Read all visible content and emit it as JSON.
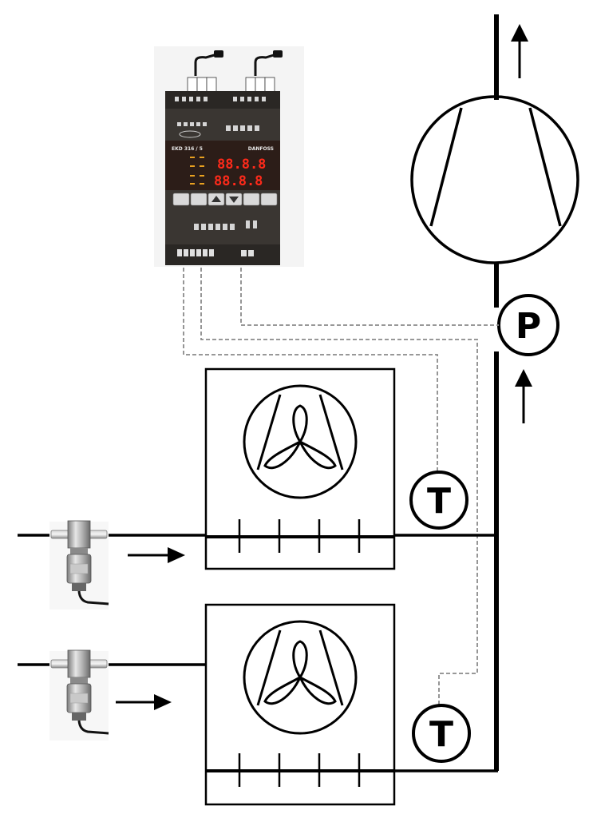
{
  "sensors": {
    "pressure_label": "P",
    "temperature_label": "T"
  },
  "controller": {
    "brand_left": "EKD 316 / 5",
    "brand_right": "DANFOSS",
    "display_top": "88.8.8",
    "display_bottom": "88.8.8"
  },
  "colors": {
    "line": "#000000",
    "signal_wire": "#888888",
    "controller_body": "#3a3632",
    "display_red": "#ff2a1a"
  }
}
